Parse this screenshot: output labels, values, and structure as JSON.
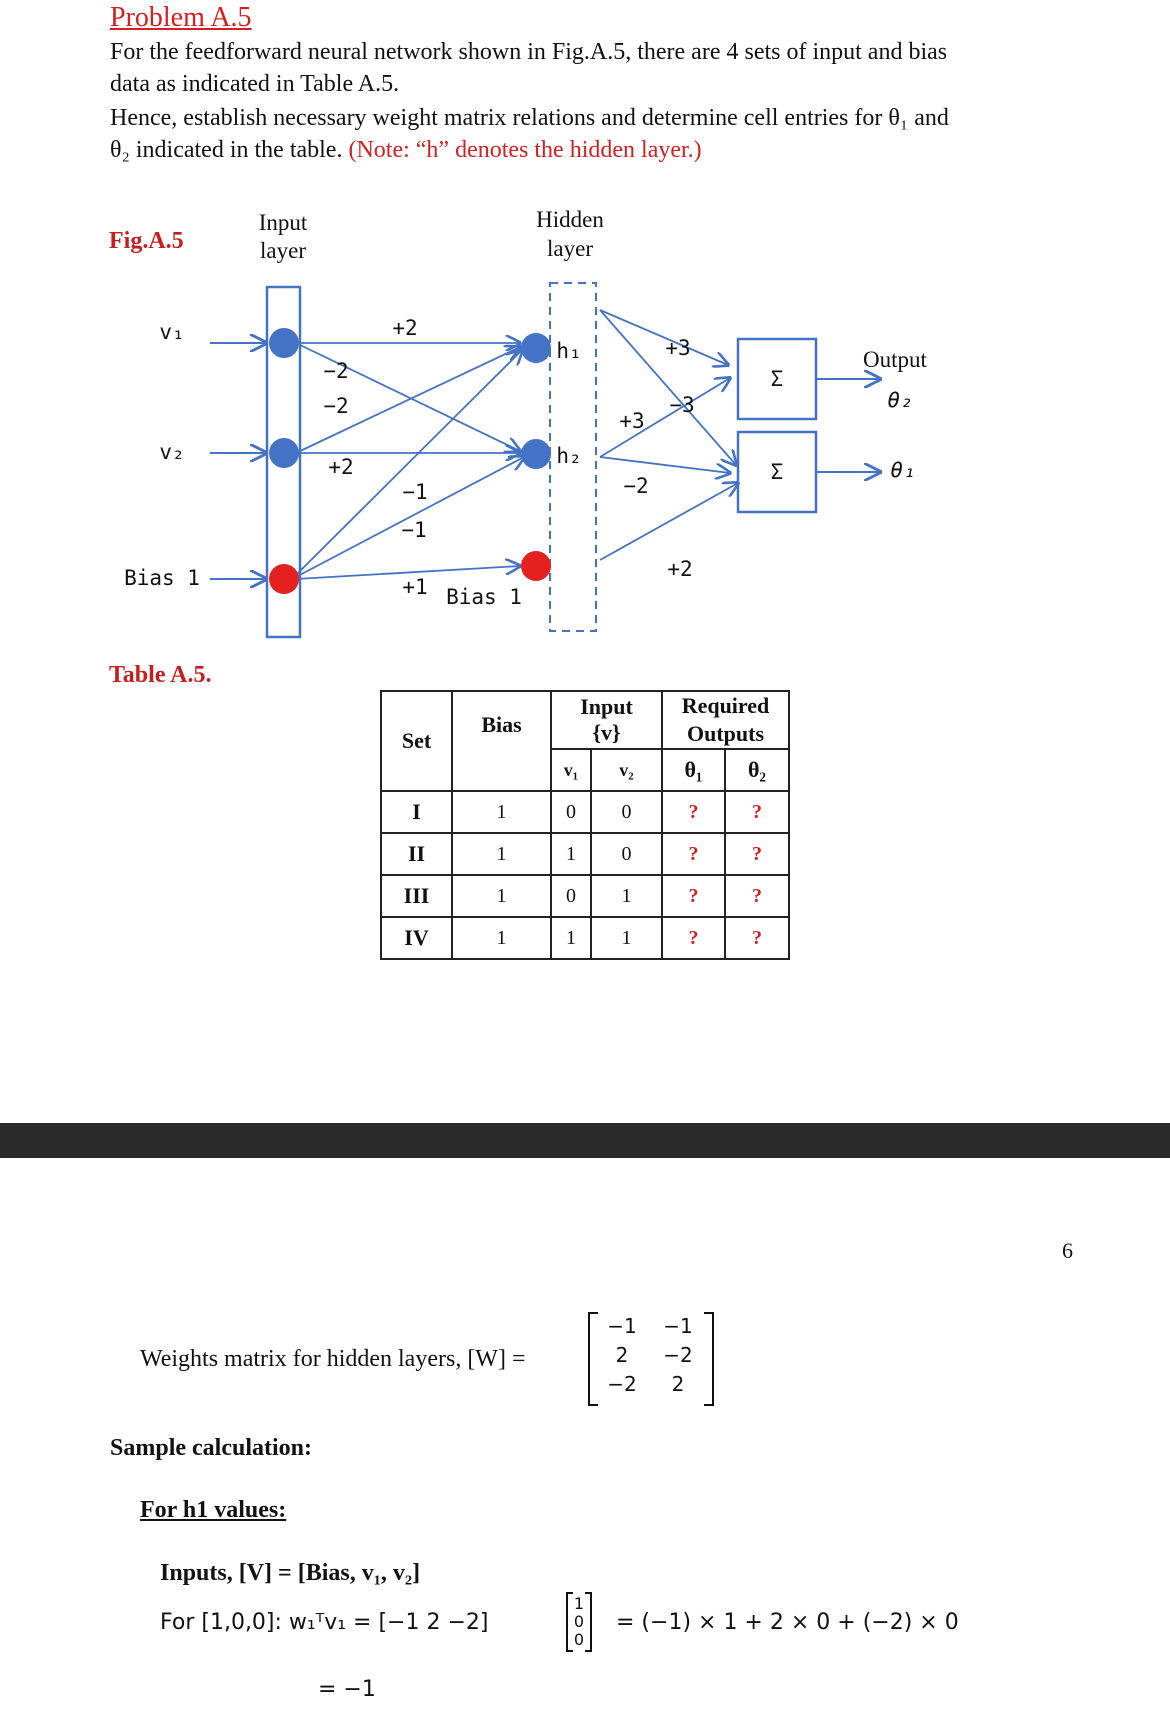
{
  "problem": {
    "title": "Problem A.5",
    "line1": "For the feedforward neural network shown in Fig.A.5, there are 4 sets of input and bias",
    "line2": "data as indicated in Table A.5.",
    "line3": "Hence, establish necessary weight matrix relations and determine cell entries for θ₁ and",
    "line4_a": "θ₂ indicated in the table. ",
    "line4_note": "(Note: “h” denotes the hidden layer.)"
  },
  "figure": {
    "label": "Fig.A.5",
    "input_layer": [
      "Input",
      "layer"
    ],
    "hidden_layer": [
      "Hidden",
      "layer"
    ],
    "output_label": "Output",
    "inputs": [
      "v₁",
      "v₂",
      "Bias 1"
    ],
    "hidden_nodes": [
      "h₁",
      "h₂"
    ],
    "hidden_bias": "Bias 1",
    "outputs": [
      "θ₂",
      "θ₁"
    ],
    "sum_symbol": "Σ",
    "weights_left": {
      "w_v1_h1": "+2",
      "w_v1_h2": "−2",
      "w_v2_h1": "−2",
      "w_v2_h2": "+2",
      "w_b_h1": "−1",
      "w_b_h2": "−1",
      "w_b_hb": "+1"
    },
    "weights_right": {
      "w_h1_top": "+3",
      "w_h1_mid": "−3",
      "w_h2_mid": "+3",
      "w_h2_bot": "−2",
      "w_hb_bot": "+2"
    },
    "colors": {
      "blue_node": "#4472c4",
      "red_node": "#e52020",
      "edge": "#4472c4"
    }
  },
  "table": {
    "label": "Table A.5.",
    "headers": {
      "set": "Set",
      "bias": "Bias",
      "input": "Input",
      "input_sub": "{v}",
      "required": "Required",
      "outputs": "Outputs",
      "v1": "v₁",
      "v2": "v₂",
      "t1": "θ₁",
      "t2": "θ₂"
    },
    "rows": [
      {
        "set": "I",
        "bias": "1",
        "v1": "0",
        "v2": "0",
        "t1": "?",
        "t2": "?"
      },
      {
        "set": "II",
        "bias": "1",
        "v1": "1",
        "v2": "0",
        "t1": "?",
        "t2": "?"
      },
      {
        "set": "III",
        "bias": "1",
        "v1": "0",
        "v2": "1",
        "t1": "?",
        "t2": "?"
      },
      {
        "set": "IV",
        "bias": "1",
        "v1": "1",
        "v2": "1",
        "t1": "?",
        "t2": "?"
      }
    ]
  },
  "page_number": "6",
  "weights_text": "Weights matrix for hidden layers, [W] =",
  "weights_matrix": [
    [
      "−1",
      "−1"
    ],
    [
      "2",
      "−2"
    ],
    [
      "−2",
      "2"
    ]
  ],
  "sample_label": "Sample calculation:",
  "for_h1": "For h1 values:",
  "inputs_text": "Inputs, [V] = [Bias, v₁, v₂]",
  "calc": {
    "prefix": "For [1,0,0]:  w₁ᵀv₁ = [−1   2   −2]",
    "vector": [
      "1",
      "0",
      "0"
    ],
    "suffix": "= (−1) × 1 + 2 × 0 + (−2) × 0",
    "result": "= −1"
  }
}
